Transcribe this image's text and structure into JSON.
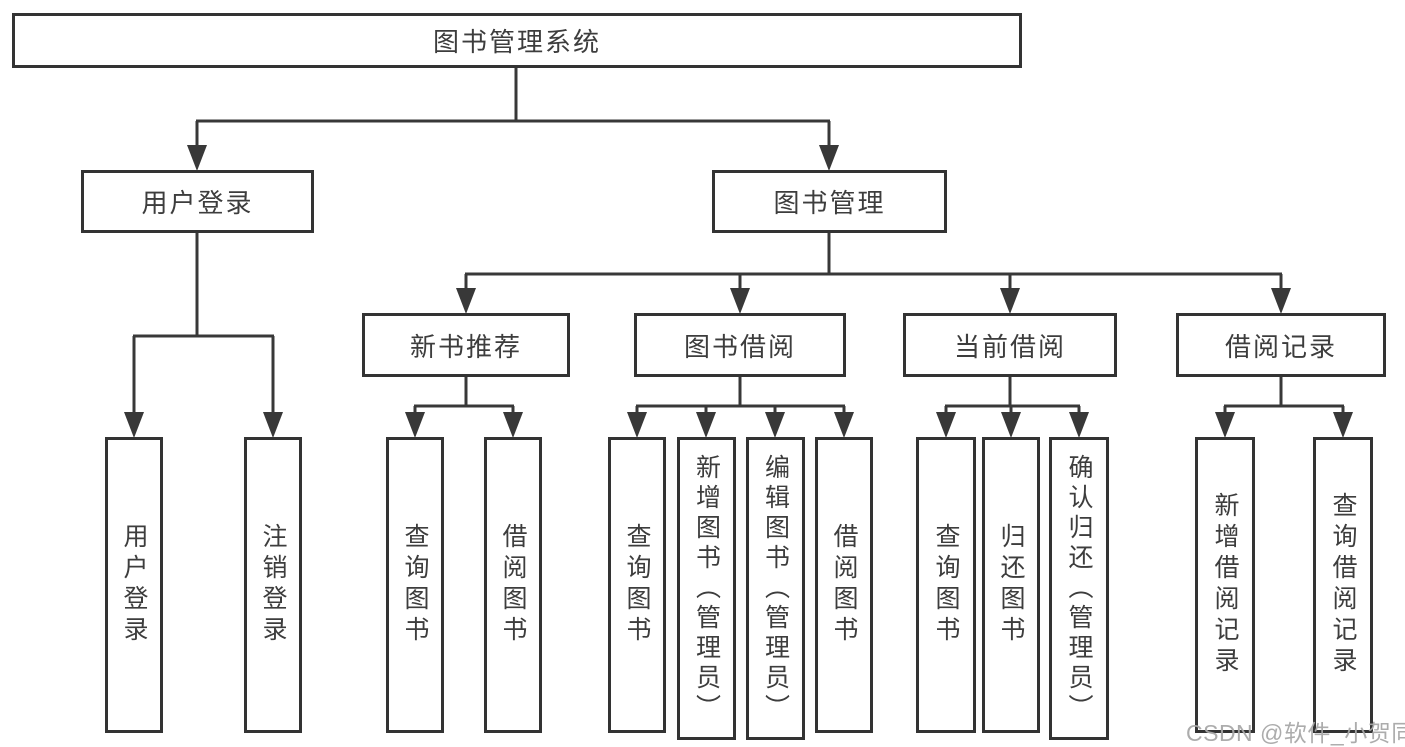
{
  "diagram_title": "图书管理系统",
  "nodes": {
    "root": "图书管理系统",
    "user_login": "用户登录",
    "book_mgmt": "图书管理",
    "new_book_rec": "新书推荐",
    "book_borrow": "图书借阅",
    "current_borrow": "当前借阅",
    "borrow_records": "借阅记录",
    "leaf_user_login": "用户登录",
    "leaf_logout": "注销登录",
    "leaf_nb_query": "查询图书",
    "leaf_nb_borrow": "借阅图书",
    "leaf_bb_query": "查询图书",
    "leaf_bb_add": "新增图书（管理员）",
    "leaf_bb_edit": "编辑图书（管理员）",
    "leaf_bb_borrow": "借阅图书",
    "leaf_cb_query": "查询图书",
    "leaf_cb_return": "归还图书",
    "leaf_cb_confirm": "确认归还（管理员）",
    "leaf_br_add": "新增借阅记录",
    "leaf_br_query": "查询借阅记录"
  },
  "hierarchy": {
    "图书管理系统": {
      "用户登录": [
        "用户登录",
        "注销登录"
      ],
      "图书管理": {
        "新书推荐": [
          "查询图书",
          "借阅图书"
        ],
        "图书借阅": [
          "查询图书",
          "新增图书（管理员）",
          "编辑图书（管理员）",
          "借阅图书"
        ],
        "当前借阅": [
          "查询图书",
          "归还图书",
          "确认归还（管理员）"
        ],
        "借阅记录": [
          "新增借阅记录",
          "查询借阅记录"
        ]
      }
    }
  },
  "watermark": "CSDN @软件_小贺同学",
  "colors": {
    "line": "#383838",
    "box_border": "#333333",
    "box_fill": "#ffffff",
    "text": "#3d3d3d",
    "watermark": "#a8a8a8",
    "background": "#ffffff"
  }
}
